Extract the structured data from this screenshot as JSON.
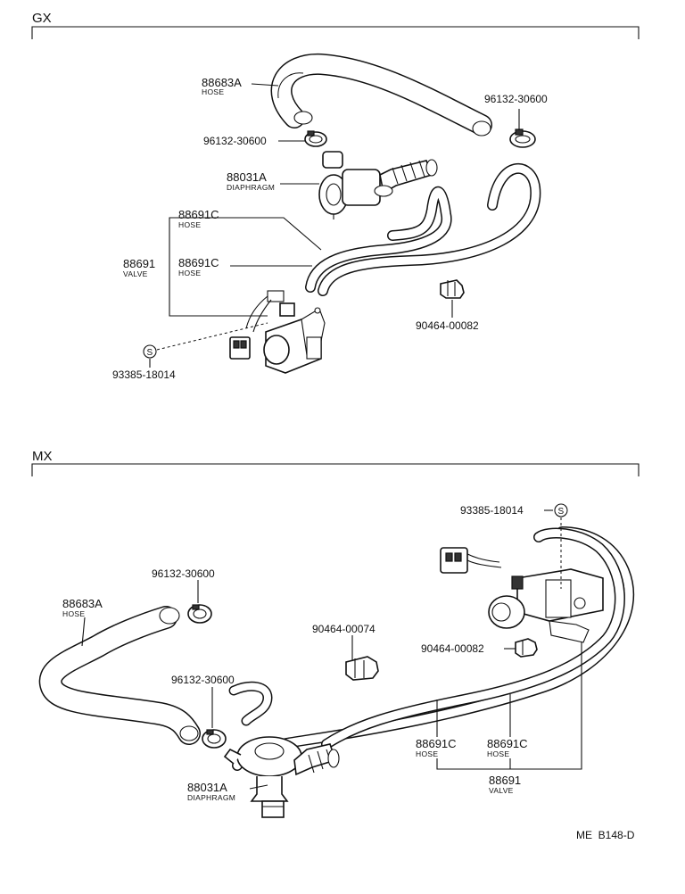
{
  "sections": {
    "gx": {
      "title": "GX"
    },
    "mx": {
      "title": "MX"
    }
  },
  "gx": {
    "hose_88683A": {
      "number": "88683A",
      "name": "HOSE"
    },
    "clamp_top_right": {
      "number": "96132-30600"
    },
    "clamp_left": {
      "number": "96132-30600"
    },
    "diaphragm": {
      "number": "88031A",
      "name": "DIAPHRAGM"
    },
    "hose_88691C_upper": {
      "number": "88691C",
      "name": "HOSE"
    },
    "valve": {
      "number": "88691",
      "name": "VALVE"
    },
    "hose_88691C_lower": {
      "number": "88691C",
      "name": "HOSE"
    },
    "clip": {
      "number": "90464-00082"
    },
    "screw": {
      "number": "93385-18014",
      "symbol": "S"
    }
  },
  "mx": {
    "screw": {
      "number": "93385-18014",
      "symbol": "S"
    },
    "clamp_upper": {
      "number": "96132-30600"
    },
    "hose_88683A": {
      "number": "88683A",
      "name": "HOSE"
    },
    "clip_00074": {
      "number": "90464-00074"
    },
    "clip_00082": {
      "number": "90464-00082"
    },
    "clamp_lower": {
      "number": "96132-30600"
    },
    "hose_88691C_left": {
      "number": "88691C",
      "name": "HOSE"
    },
    "hose_88691C_right": {
      "number": "88691C",
      "name": "HOSE"
    },
    "valve": {
      "number": "88691",
      "name": "VALVE"
    },
    "diaphragm": {
      "number": "88031A",
      "name": "DIAPHRAGM"
    }
  },
  "footer": {
    "code": "ME  B148-D"
  }
}
